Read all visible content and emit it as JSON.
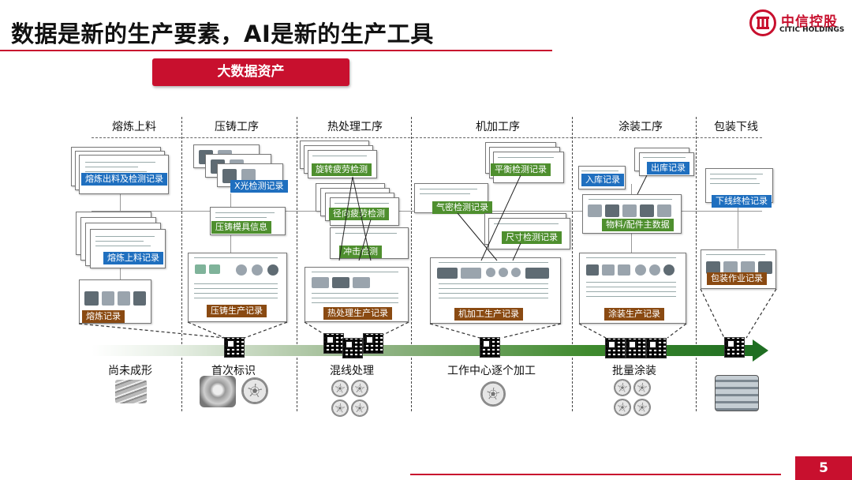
{
  "page": {
    "title": "数据是新的生产要素，AI是新的生产工具",
    "number": "5"
  },
  "logo": {
    "cn": "中信控股",
    "en": "CITIC HOLDINGS"
  },
  "banner": "大数据资产",
  "stages": [
    "熔炼上料",
    "压铸工序",
    "热处理工序",
    "机加工序",
    "涂装工序",
    "包装下线"
  ],
  "records": {
    "smelt_out": "熔炼出料及检测记录",
    "smelt_feed": "熔炼上料记录",
    "smelt": "熔炼记录",
    "xray": "X光检测记录",
    "die": "压铸模具信息",
    "die_cast": "压铸生产记录",
    "rot_fatigue": "旋转疲劳检测",
    "rad_fatigue": "径向疲劳检测",
    "impact": "冲击检测",
    "heat": "热处理生产记录",
    "balance": "平衡检测记录",
    "air": "气密检测记录",
    "size": "尺寸检测记录",
    "machining": "机加工生产记录",
    "inbound": "入库记录",
    "outbound": "出库记录",
    "material": "物料/配件主数据",
    "coating": "涂装生产记录",
    "final_check": "下线终检记录",
    "packing": "包装作业记录"
  },
  "steps": [
    "尚未成形",
    "首次标识",
    "混线处理",
    "工作中心逐个加工",
    "批量涂装"
  ],
  "colors": {
    "brand": "#c8102e",
    "blue": "#1f6fbf",
    "green": "#4e8f2e",
    "brown": "#8a4a12"
  }
}
